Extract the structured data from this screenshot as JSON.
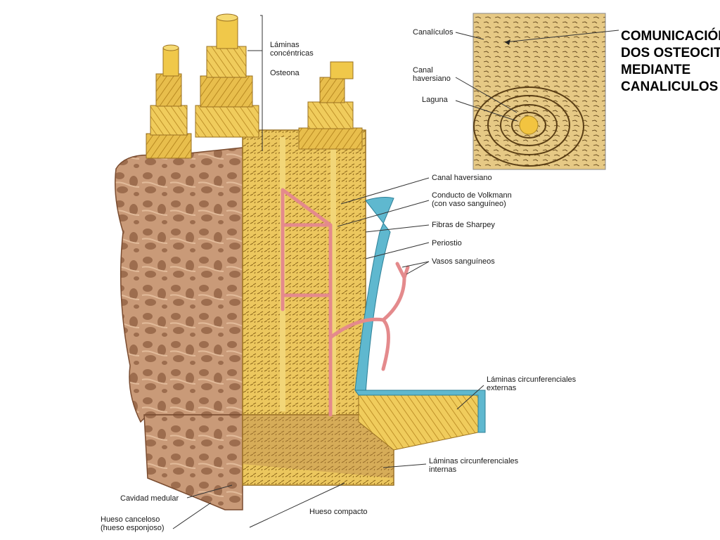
{
  "labels": {
    "laminas_concentricas": [
      "Láminas",
      "concéntricas"
    ],
    "osteona": "Osteona",
    "canaliculos": "Canalículos",
    "canal_haversiano_inset": [
      "Canal",
      "haversiano"
    ],
    "laguna": "Laguna",
    "canal_haversiano": "Canal haversiano",
    "conducto_volkmann": [
      "Conducto de Volkmann",
      "(con vaso sanguíneo)"
    ],
    "fibras_sharpey": "Fibras de Sharpey",
    "periostio": "Periostio",
    "vasos_sanguineos": "Vasos sanguíneos",
    "laminas_externas": [
      "Láminas circunferenciales",
      "externas"
    ],
    "laminas_internas": [
      "Láminas circunferenciales",
      "internas"
    ],
    "cavidad_medular": "Cavidad medular",
    "hueso_compacto": "Hueso compacto",
    "hueso_canceloso": [
      "Hueso canceloso",
      "(hueso esponjoso)"
    ]
  },
  "callout": [
    "COMUNICACIÓN",
    "DOS OSTEOCITOS",
    "MEDIANTE",
    "CANALICULOS"
  ],
  "colors": {
    "compact_bone": "#e9c25a",
    "compact_bone_dark": "#b98a22",
    "spongy_bone": "#c99a78",
    "spongy_bone_dark": "#8a5a3c",
    "periosteum": "#5fb8cf",
    "vessel": "#e48a8c",
    "inset_bg": "#e6c985"
  }
}
